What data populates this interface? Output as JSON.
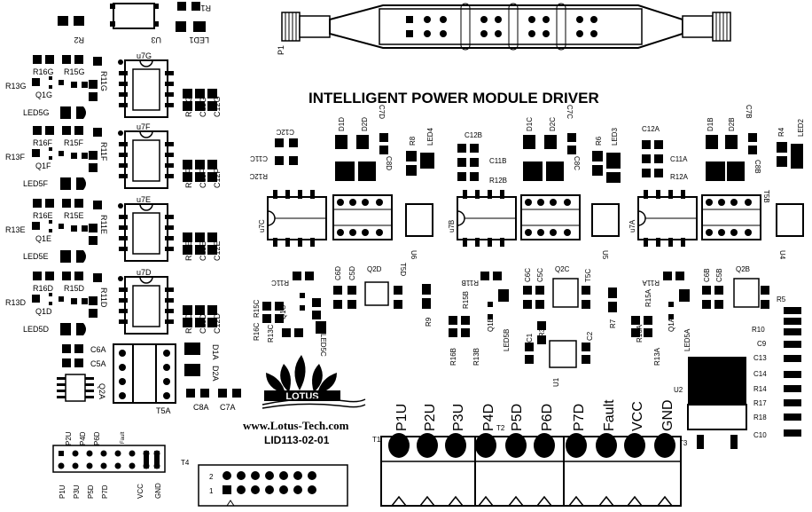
{
  "board": {
    "title": "INTELLIGENT POWER MODULE DRIVER",
    "website": "www.Lotus-Tech.com",
    "board_id": "LID113-02-01",
    "logo_text": "LOTUS"
  },
  "top_parts": [
    "R1",
    "R2",
    "U3",
    "LED1",
    "P1"
  ],
  "channels": [
    {
      "ic": "u7G",
      "parts": [
        "R16G",
        "R15G",
        "R13G",
        "Q1G",
        "R11G",
        "LED5G",
        "R12G",
        "C11G",
        "C12G"
      ]
    },
    {
      "ic": "u7F",
      "parts": [
        "R16F",
        "R15F",
        "R13F",
        "Q1F",
        "R11F",
        "LED5F",
        "R12F",
        "C11F",
        "C12F"
      ]
    },
    {
      "ic": "u7E",
      "parts": [
        "R16E",
        "R15E",
        "R13E",
        "Q1E",
        "R11E",
        "LED5E",
        "R12E",
        "C11E",
        "C12E"
      ]
    },
    {
      "ic": "u7D",
      "parts": [
        "R16D",
        "R15D",
        "R13D",
        "Q1D",
        "R11D",
        "LED5D",
        "R12D",
        "C11D",
        "C12D"
      ]
    }
  ],
  "mid_parts": {
    "block_c": [
      "C12C",
      "C11C",
      "R12C",
      "D1C",
      "D2C",
      "C7C",
      "C8C",
      "u7C",
      "R11C",
      "R15C",
      "R16C",
      "R13C",
      "Q1C",
      "C6C",
      "C5C",
      "Q2C",
      "T5C",
      "LED5C"
    ],
    "block_b": [
      "C12B",
      "C11B",
      "R12B",
      "D1B",
      "D2B",
      "C7B",
      "C8B",
      "u7B",
      "R11B",
      "R15B",
      "R16B",
      "R13B",
      "Q1B",
      "C6B",
      "C5B",
      "Q2B",
      "T5B",
      "LED5B"
    ],
    "block_a": [
      "C12A",
      "C11A",
      "R12A",
      "u7A",
      "R11A",
      "R15A",
      "R16A",
      "R13A",
      "Q1A",
      "LED5A"
    ],
    "block_d": [
      "D1D",
      "D2D",
      "C7D",
      "C8D",
      "C6D",
      "C5D",
      "Q2D",
      "T5D"
    ],
    "misc": [
      "R8",
      "LED4",
      "U6",
      "R6",
      "LED3",
      "U5",
      "R4",
      "LED2",
      "U4",
      "R9",
      "R3",
      "C1",
      "C2",
      "U1",
      "R7",
      "R5"
    ]
  },
  "bottom_left_parts": [
    "C6A",
    "C5A",
    "Q2A",
    "D1A",
    "D2A",
    "T5A",
    "C8A",
    "C7A"
  ],
  "right_column": [
    "R5",
    "R10",
    "C9",
    "C13",
    "C14",
    "R14",
    "R17",
    "R18",
    "C10"
  ],
  "u2": "U2",
  "connector_small": {
    "top_labels": [
      "P2U",
      "P4D",
      "P6D",
      "Fault"
    ],
    "bottom_labels": [
      "P1U",
      "P3U",
      "P5D",
      "P7D",
      "VCC",
      "GND"
    ]
  },
  "t4": {
    "label": "T4",
    "pin2": "2",
    "pin1": "1"
  },
  "terminal": {
    "labels": [
      "P1U",
      "P2U",
      "P3U",
      "P4D",
      "P5D",
      "P6D",
      "P7D",
      "Fault",
      "VCC",
      "GND"
    ],
    "blocks": [
      "T1",
      "T2",
      "T3"
    ]
  }
}
